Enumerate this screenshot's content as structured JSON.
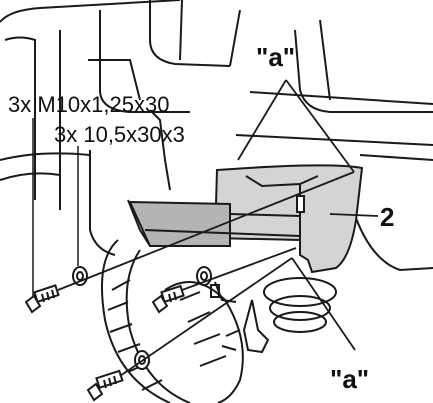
{
  "labels": {
    "bolt_spec": "3x M10x1,25x30",
    "washer_spec": "3x 10,5x30x3",
    "callout_top": "\"a\"",
    "callout_bottom": "\"a\"",
    "part_number": "2"
  },
  "colors": {
    "line": "#1a1a1a",
    "bracket": "#d4d4d4",
    "bracket_dark": "#b4b4b4",
    "background": "#ffffff"
  }
}
